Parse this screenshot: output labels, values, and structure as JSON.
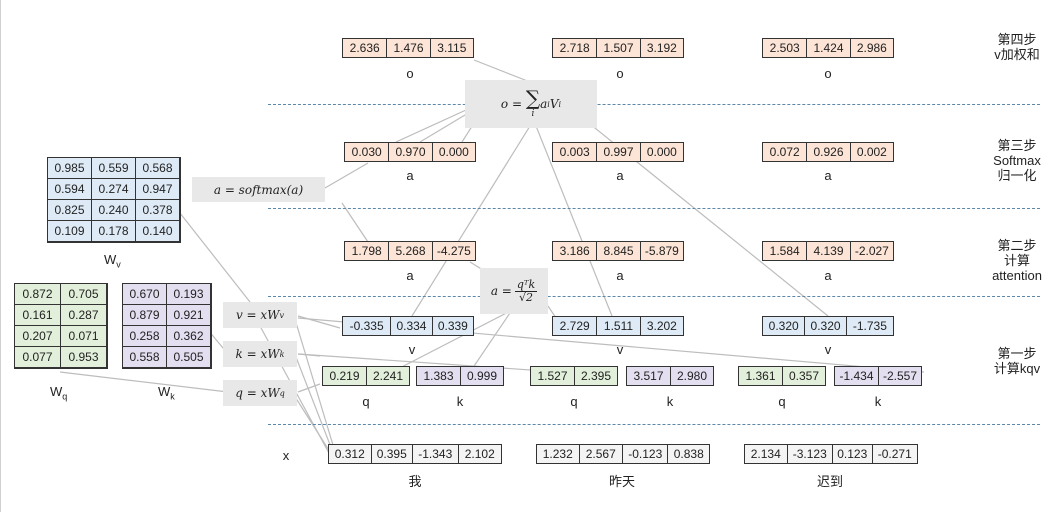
{
  "steps": {
    "s4": [
      "第四步",
      "v加权和"
    ],
    "s3": [
      "第三步",
      "Softmax",
      "归一化"
    ],
    "s2": [
      "第二步",
      "计算",
      "attention"
    ],
    "s1": [
      "第一步",
      "计算kqv"
    ]
  },
  "words": [
    "我",
    "昨天",
    "迟到"
  ],
  "x_label": "x",
  "labels": {
    "o": "o",
    "a": "a",
    "v": "v",
    "q": "q",
    "k": "k"
  },
  "x": [
    [
      "0.312",
      "0.395",
      "-1.343",
      "2.102"
    ],
    [
      "1.232",
      "2.567",
      "-0.123",
      "0.838"
    ],
    [
      "2.134",
      "-3.123",
      "0.123",
      "-0.271"
    ]
  ],
  "q": [
    [
      "0.219",
      "2.241"
    ],
    [
      "1.527",
      "2.395"
    ],
    [
      "1.361",
      "0.357"
    ]
  ],
  "k": [
    [
      "1.383",
      "0.999"
    ],
    [
      "3.517",
      "2.980"
    ],
    [
      "-1.434",
      "-2.557"
    ]
  ],
  "v": [
    [
      "-0.335",
      "0.334",
      "0.339"
    ],
    [
      "2.729",
      "1.511",
      "3.202"
    ],
    [
      "0.320",
      "0.320",
      "-1.735"
    ]
  ],
  "attention": [
    [
      "1.798",
      "5.268",
      "-4.275"
    ],
    [
      "3.186",
      "8.845",
      "-5.879"
    ],
    [
      "1.584",
      "4.139",
      "-2.027"
    ]
  ],
  "softmax": [
    [
      "0.030",
      "0.970",
      "0.000"
    ],
    [
      "0.003",
      "0.997",
      "0.000"
    ],
    [
      "0.072",
      "0.926",
      "0.002"
    ]
  ],
  "output": [
    [
      "2.636",
      "1.476",
      "3.115"
    ],
    [
      "2.718",
      "1.507",
      "3.192"
    ],
    [
      "2.503",
      "1.424",
      "2.986"
    ]
  ],
  "Wv": {
    "name": "W",
    "sub": "v",
    "rows": [
      [
        "0.985",
        "0.559",
        "0.568"
      ],
      [
        "0.594",
        "0.274",
        "0.947"
      ],
      [
        "0.825",
        "0.240",
        "0.378"
      ],
      [
        "0.109",
        "0.178",
        "0.140"
      ]
    ]
  },
  "Wq": {
    "name": "W",
    "sub": "q",
    "rows": [
      [
        "0.872",
        "0.705"
      ],
      [
        "0.161",
        "0.287"
      ],
      [
        "0.207",
        "0.071"
      ],
      [
        "0.077",
        "0.953"
      ]
    ]
  },
  "Wk": {
    "name": "W",
    "sub": "k",
    "rows": [
      [
        "0.670",
        "0.193"
      ],
      [
        "0.879",
        "0.921"
      ],
      [
        "0.258",
        "0.362"
      ],
      [
        "0.558",
        "0.505"
      ]
    ]
  },
  "formulas": {
    "o_lhs": "o =",
    "o_sum": "∑",
    "o_idx": "i",
    "o_rhs": "a",
    "o_rhs_sub": "i",
    "o_v": "V",
    "o_v_sub": "i",
    "softmax": "a = softmax(a)",
    "att_lhs": "a =",
    "att_num": "qᵀk",
    "att_den": "√2",
    "v_eq": "v = xW",
    "v_sub": "v",
    "k_eq": "k = xW",
    "k_sub": "k",
    "q_eq": "q = xW",
    "q_sub": "q"
  }
}
